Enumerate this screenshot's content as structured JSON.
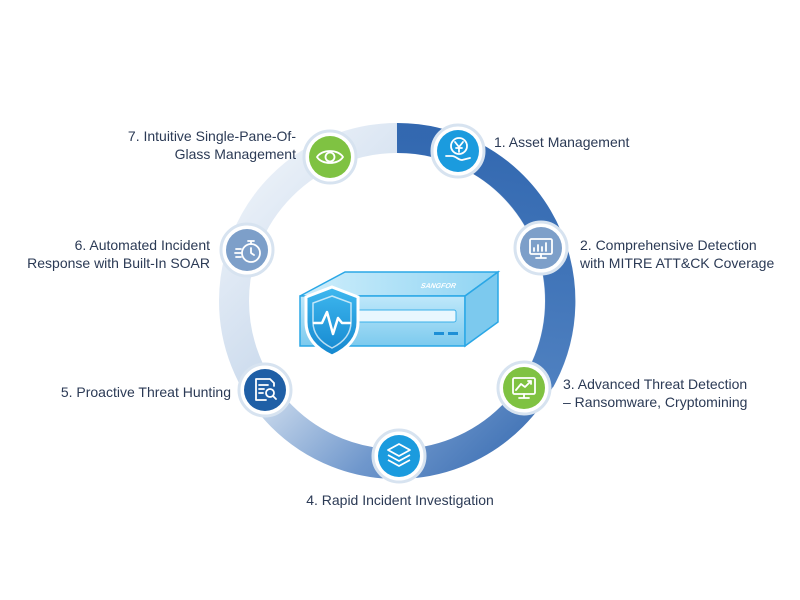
{
  "device": {
    "brand_text": "SANGFOR"
  },
  "colors": {
    "ring_light": "#e9f0f8",
    "ring_dark": "#2f65ad",
    "node_blue": "#1b9bde",
    "node_green": "#7fc242",
    "node_navy": "#1f5fa6",
    "node_gray_blue": "#7d9fc9",
    "text": "#2b3a55"
  },
  "steps": [
    {
      "lines": [
        "1. Asset Management"
      ],
      "icon": "yen-hand-icon",
      "color": "blue"
    },
    {
      "lines": [
        "2. Comprehensive Detection",
        "with MITRE ATT&CK Coverage"
      ],
      "icon": "monitor-chart-icon",
      "color": "grayblue"
    },
    {
      "lines": [
        "3. Advanced Threat Detection",
        "– Ransomware, Cryptomining"
      ],
      "icon": "trend-monitor-icon",
      "color": "green"
    },
    {
      "lines": [
        "4. Rapid Incident Investigation"
      ],
      "icon": "layers-icon",
      "color": "blue"
    },
    {
      "lines": [
        "5. Proactive Threat Hunting"
      ],
      "icon": "document-search-icon",
      "color": "navy"
    },
    {
      "lines": [
        "6. Automated Incident",
        "Response with Built-In SOAR"
      ],
      "icon": "stopwatch-icon",
      "color": "grayblue"
    },
    {
      "lines": [
        "7. Intuitive Single-Pane-Of-",
        "Glass Management"
      ],
      "icon": "eye-icon",
      "color": "green"
    }
  ]
}
